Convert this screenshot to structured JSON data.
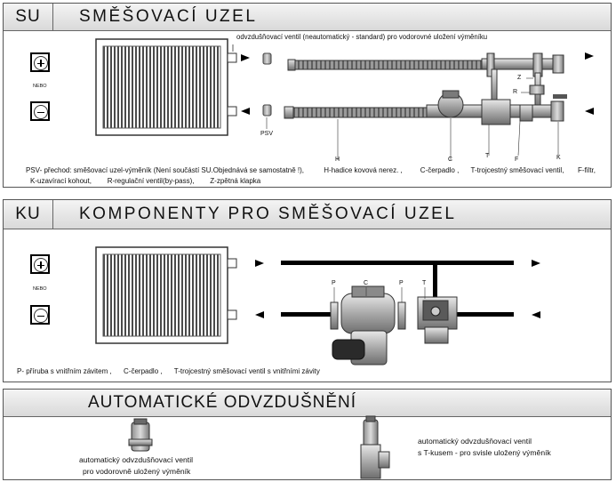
{
  "su": {
    "code": "SU",
    "title": "SMĚŠOVACÍ  UZEL",
    "vent_note": "odvzdušňovací ventil (neautomatický - standard) pro vodorovné uložení výměníku",
    "nebo": "NEBO",
    "labels": {
      "psv": "PSV",
      "h": "H",
      "c": "C",
      "t": "T",
      "f": "F",
      "k": "K",
      "z": "Z",
      "r": "R"
    },
    "legend_line1": "PSV- přechod: směšovací uzel-výměník (Není součástí SU.Objednává se samostatně !),          H-hadice kovová nerez. ,         C-čerpadlo ,      T-trojcestný směšovací ventil,       F-filtr,",
    "legend_line2": "K-uzavírací kohout,        R-regulační ventil(by-pass),        Z-zpětná klapka"
  },
  "ku": {
    "code": "KU",
    "title": "KOMPONENTY  PRO  SMĚŠOVACÍ  UZEL",
    "nebo": "NEBO",
    "labels": {
      "p1": "P",
      "c": "C",
      "p2": "P",
      "t": "T"
    },
    "legend": "P- příruba s vnitřním závitem ,      C-čerpadlo ,      T-trojcestný směšovací ventil s vnitřními závity"
  },
  "auto": {
    "title": "AUTOMATICKÉ  ODVZDUŠNĚNÍ",
    "item1_line1": "automatický odvzdušňovací ventil",
    "item1_line2": "pro vodorovně uložený výměník",
    "item2_line1": "automatický odvzdušňovací ventil",
    "item2_line2": "s T-kusem - pro svisle uložený výměník"
  }
}
